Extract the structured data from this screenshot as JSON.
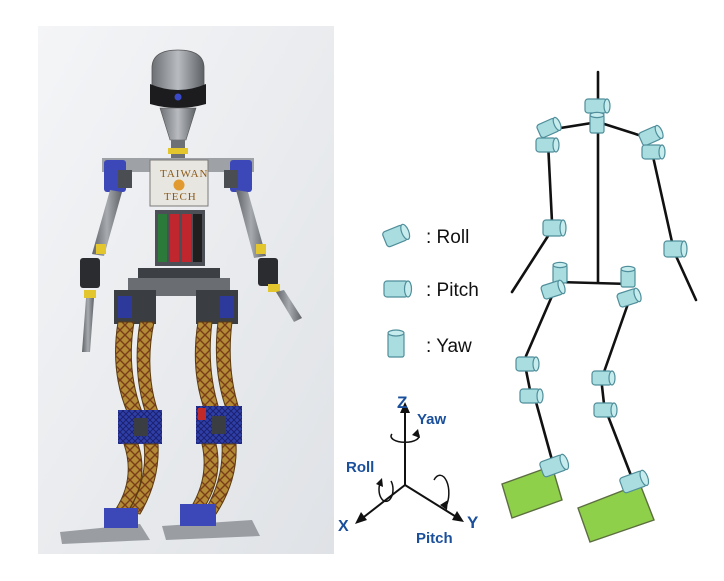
{
  "robot": {
    "logo_line1": "TAIWAN",
    "logo_line2": "TECH"
  },
  "legend": {
    "items": [
      {
        "label": ": Roll",
        "icon": "roll-joint-icon"
      },
      {
        "label": ": Pitch",
        "icon": "pitch-joint-icon"
      },
      {
        "label": ": Yaw",
        "icon": "yaw-joint-icon"
      }
    ]
  },
  "axes": {
    "z": "Z",
    "x": "X",
    "y": "Y",
    "yaw": "Yaw",
    "roll": "Roll",
    "pitch": "Pitch"
  },
  "colors": {
    "joint_fill": "#a9dde0",
    "joint_stroke": "#4f8e9a",
    "foot_fill": "#8fd04a",
    "axis_label": "#1a4f9c",
    "frame_orange": "#b5892e",
    "frame_blue": "#2d3a9c",
    "robot_gray": "#8c8f94"
  }
}
